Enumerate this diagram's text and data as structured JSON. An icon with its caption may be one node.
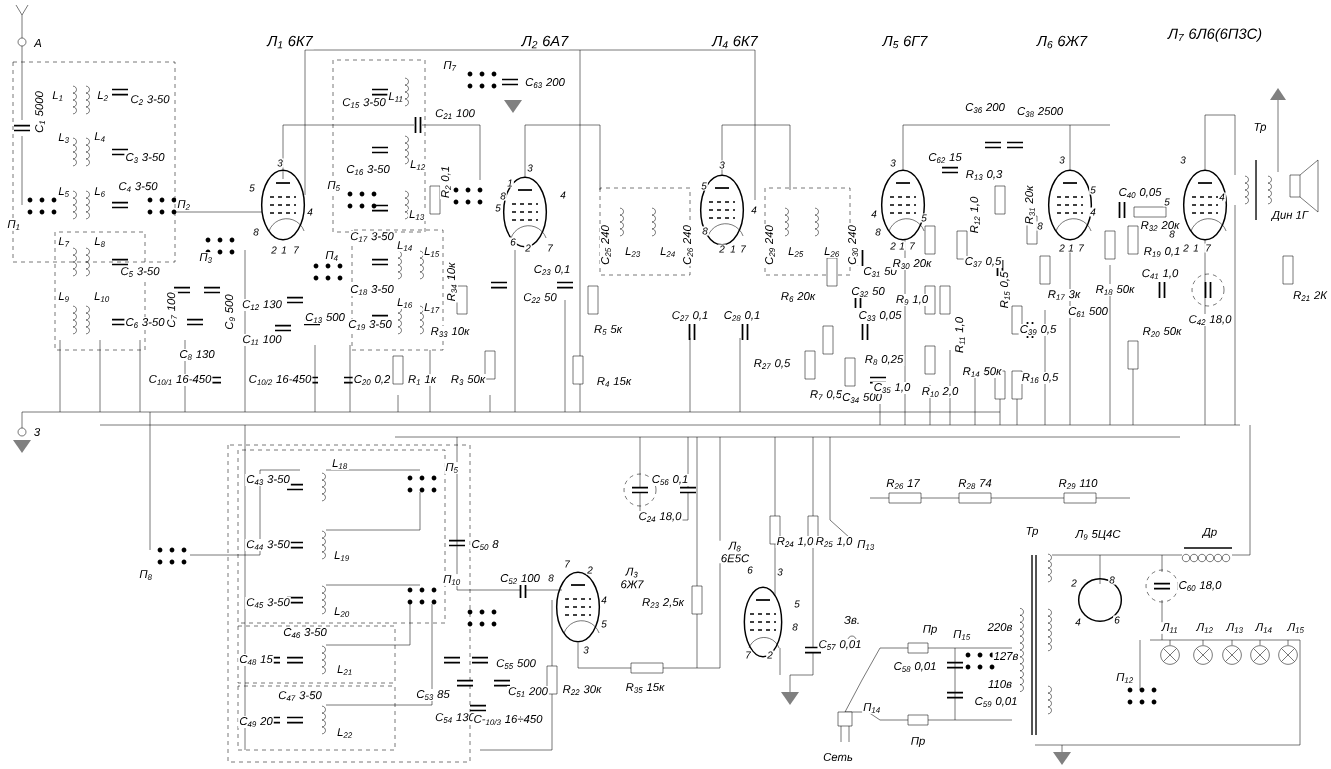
{
  "diagram": {
    "labels": [
      "Л$_{1}$ 6К7",
      "Л$_{2}$ 6А7",
      "Л$_{4}$ 6К7",
      "Л$_{5}$ 6Г7",
      "Л$_{6}$ 6Ж7",
      "Л$_{7}$ 6Л6(6П3С)",
      "А",
      "C$_{1}$ 5000",
      "L$_{1}$",
      "L$_{2}$",
      "C$_{2}$ 3-50",
      "L$_{3}$",
      "L$_{4}$",
      "C$_{3}$ 3-50",
      "C$_{4}$ 3-50",
      "L$_{5}$",
      "L$_{6}$",
      "П$_{1}$",
      "П$_{2}$",
      "L$_{7}$",
      "L$_{8}$",
      "C$_{5}$ 3-50",
      "L$_{9}$",
      "L$_{10}$",
      "C$_{6}$ 3-50",
      "П$_{3}$",
      "C$_{7}$ 100",
      "C$_{8}$ 130",
      "C$_{9}$ 500",
      "C$_{10/1}$ 16-450",
      "3",
      "5",
      "4",
      "8",
      "2",
      "1",
      "7",
      "П$_{4}$",
      "C$_{12}$ 130",
      "C$_{13}$ 500",
      "C$_{11}$ 100",
      "C$_{10/2}$ 16-450",
      "C$_{15}$ 3-50",
      "L$_{11}$",
      "П$_{7}$",
      "C$_{63}$ 200",
      "C$_{21}$ 100",
      "П$_{5}$",
      "C$_{16}$ 3-50",
      "L$_{12}$",
      "R$_{2}$ 0,1",
      "C$_{17}$ 3-50",
      "L$_{13}$",
      "L$_{14}$",
      "L$_{15}$",
      "C$_{18}$ 3-50",
      "R$_{34}$ 10к",
      "C$_{19}$ 3-50",
      "L$_{16}$",
      "L$_{17}$",
      "R$_{33}$ 10к",
      "C$_{20}$ 0,2",
      "R$_{1}$ 1к",
      "3",
      "1",
      "8",
      "5",
      "4",
      "6",
      "2",
      "7",
      "C$_{23}$ 0,1",
      "C$_{22}$ 50",
      "R$_{3}$ 50к",
      "R$_{5}$ 5к",
      "R$_{4}$ 15к",
      "C$_{25}$ 240",
      "L$_{23}$",
      "L$_{24}$",
      "C$_{26}$ 240",
      "3",
      "5",
      "4",
      "8",
      "2",
      "1",
      "7",
      "C$_{27}$ 0,1",
      "C$_{28}$ 0,1",
      "C$_{29}$ 240",
      "L$_{25}$",
      "L$_{26}$",
      "C$_{30}$ 240",
      "C$_{31}$ 50",
      "C$_{32}$ 50",
      "R$_{6}$ 20к",
      "C$_{33}$ 0,05",
      "R$_{27}$ 0,5",
      "R$_{7}$ 0,5",
      "R$_{8}$ 0,25",
      "C$_{34}$ 500",
      "3",
      "4",
      "8",
      "5",
      "2",
      "1",
      "7",
      "C$_{62}$ 15",
      "R$_{12}$ 1,0",
      "R$_{30}$ 20к",
      "R$_{9}$ 1,0",
      "R$_{11}$ 1,0",
      "C$_{35}$ 1,0",
      "R$_{10}$ 2,0",
      "C$_{36}$ 200",
      "R$_{13}$ 0,3",
      "C$_{37}$ 0,5",
      "R$_{14}$ 50к",
      "C$_{38}$ 2500",
      "R$_{31}$ 20к",
      "R$_{15}$ 0,5",
      "C$_{39}$ 0,5",
      "R$_{16}$ 0,5",
      "R$_{17}$ 3к",
      "3",
      "5",
      "4",
      "8",
      "2",
      "1",
      "7",
      "C$_{61}$ 500",
      "C$_{40}$ 0,05",
      "R$_{32}$ 20к",
      "R$_{19}$ 0,1",
      "R$_{18}$ 50к",
      "C$_{41}$ 1,0",
      "R$_{20}$ 50к",
      "C$_{42}$ 18,0",
      "3",
      "5",
      "4",
      "8",
      "2",
      "1",
      "7",
      "Тр",
      "Дин 1Г",
      "R$_{21}$ 2К",
      "3",
      "C$_{43}$ 3-50",
      "L$_{18}$",
      "П$_{5}$",
      "C$_{44}$ 3-50",
      "L$_{19}$",
      "П$_{8}$",
      "C$_{50}$ 8",
      "C$_{45}$ 3-50",
      "L$_{20}$",
      "П$_{10}$",
      "C$_{52}$ 100",
      "C$_{46}$ 3-50",
      "C$_{48}$ 15",
      "L$_{21}$",
      "C$_{47}$ 3-50",
      "C$_{49}$ 20",
      "L$_{22}$",
      "C$_{53}$ 85",
      "C$_{54}$ 130",
      "C$_{55}$ 500",
      "C$_{51}$ 200",
      "C-$_{10/3}$ 16÷450",
      "R$_{22}$ 30к",
      "7",
      "2",
      "8",
      "4",
      "5",
      "3",
      "Л$_{3}$ 6Ж7",
      "C$_{56}$ 0,1",
      "C$_{24}$ 18,0",
      "R$_{23}$ 2,5к",
      "R$_{35}$ 15к",
      "Л$_{8}$ 6Е5С",
      "R$_{24}$ 1,0",
      "R$_{25}$ 1,0",
      "П$_{13}$",
      "6",
      "3",
      "5",
      "8",
      "7",
      "2",
      "Зв.",
      "C$_{57}$ 0,01",
      "Сеть",
      "П$_{14}$",
      "Пр",
      "П$_{15}$",
      "220в",
      "127в",
      "C$_{58}$ 0,01",
      "110в",
      "C$_{59}$ 0,01",
      "Пр",
      "R$_{26}$ 17",
      "R$_{28}$ 74",
      "R$_{29}$ 110",
      "Тр",
      "Л$_{9}$ 5Ц4С",
      "2",
      "8",
      "4",
      "6",
      "Др",
      "C$_{60}$ 18,0",
      "Л$_{11}$",
      "Л$_{12}$",
      "Л$_{13}$",
      "Л$_{14}$",
      "Л$_{15}$",
      "П$_{12}$"
    ]
  }
}
